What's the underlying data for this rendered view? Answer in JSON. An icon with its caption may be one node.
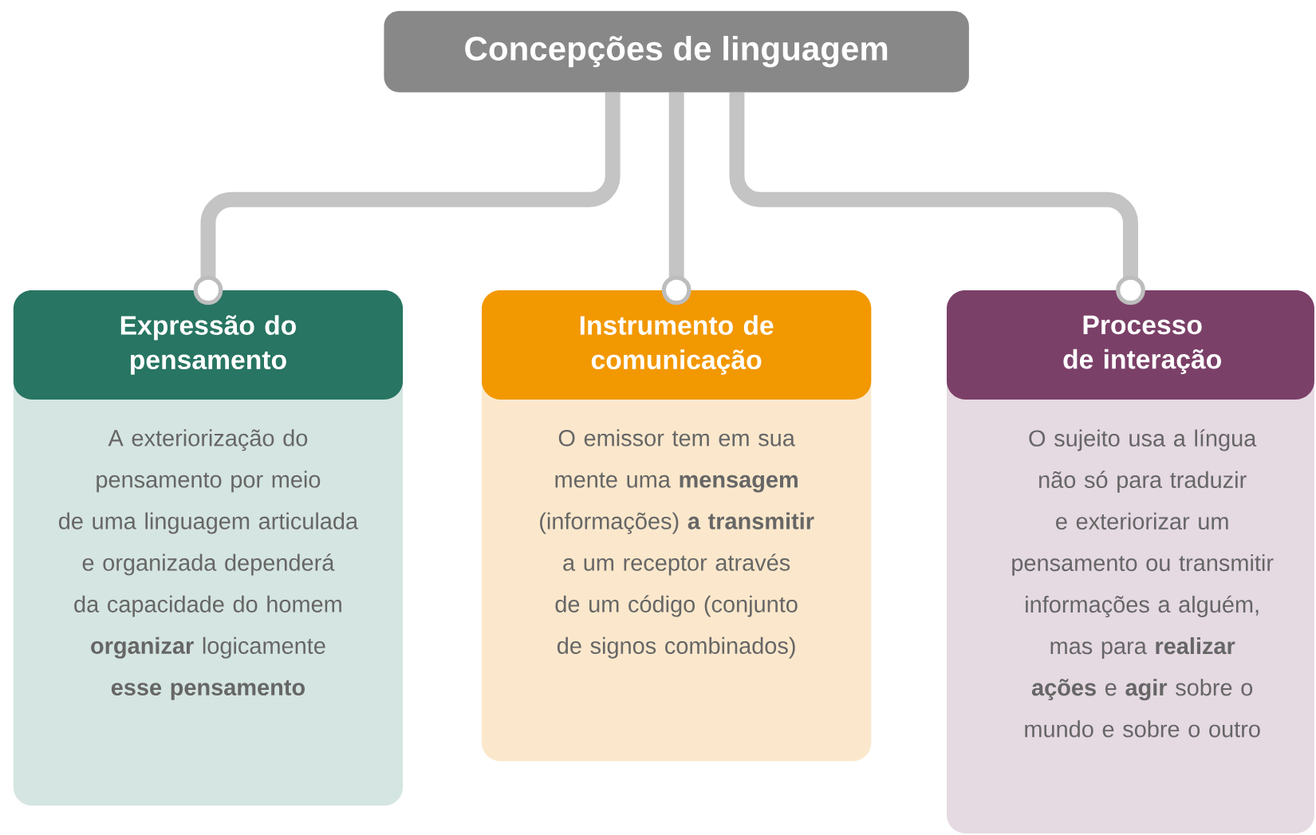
{
  "diagram": {
    "nodes": [
      {
        "text": [
          "Concepções de linguagem"
        ]
      },
      {
        "text": [
          "Expressão do pensamento",
          "A exteriorização do pensamento por meio de uma linguagem articulada e organizada dependerá da capacidade do homem **organizar** logicamente **esse pensamento**"
        ]
      },
      {
        "text": [
          "Instrumento de comunicação",
          "O emissor tem em sua mente uma **mensagem** (informações) **a transmitir** a um receptor através de um código (conjunto de signos combinados)"
        ]
      },
      {
        "text": [
          "Processo de interação",
          "O sujeito usa a língua não só para traduzir e exteriorizar um pensamento ou transmitir informações a alguém, mas para **realizar ações** e **agir** sobre o mundo e sobre o outro"
        ]
      }
    ],
    "edges": [
      {
        "from": 0,
        "to": 1,
        "arrow": "other"
      },
      {
        "from": 0,
        "to": 2,
        "arrow": "other"
      },
      {
        "from": 0,
        "to": 3,
        "arrow": "other"
      }
    ]
  }
}
